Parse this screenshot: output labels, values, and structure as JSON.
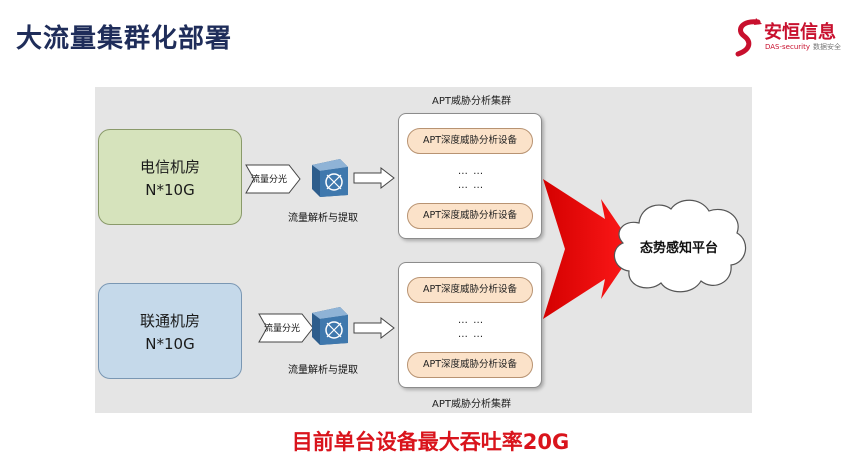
{
  "title": "大流量集群化部署",
  "logo": {
    "main": "安恒信息",
    "sub_en": "DAS-security",
    "sub_cn": "数据安全"
  },
  "rooms": [
    {
      "name": "电信机房",
      "capacity": "N*10G"
    },
    {
      "name": "联通机房",
      "capacity": "N*10G"
    }
  ],
  "splitter_label": "流量分光",
  "device_label": "流量解析与提取",
  "clusters": [
    {
      "label": "APT威胁分析集群",
      "devices": [
        "APT深度威胁分析设备",
        "APT深度威胁分析设备"
      ],
      "dots": [
        "… …",
        "… …"
      ]
    },
    {
      "label": "APT威胁分析集群",
      "devices": [
        "APT深度威胁分析设备",
        "APT深度威胁分析设备"
      ],
      "dots": [
        "… …",
        "… …"
      ]
    }
  ],
  "platform": "态势感知平台",
  "footer": "目前单台设备最大吞吐率20G",
  "colors": {
    "title": "#1f2d5a",
    "accent": "#d9141c",
    "telecom": "#d6e3bc",
    "unicom": "#c5d9ea",
    "pill": "#fbe2c9",
    "diagram_bg": "#e5e5e5"
  }
}
